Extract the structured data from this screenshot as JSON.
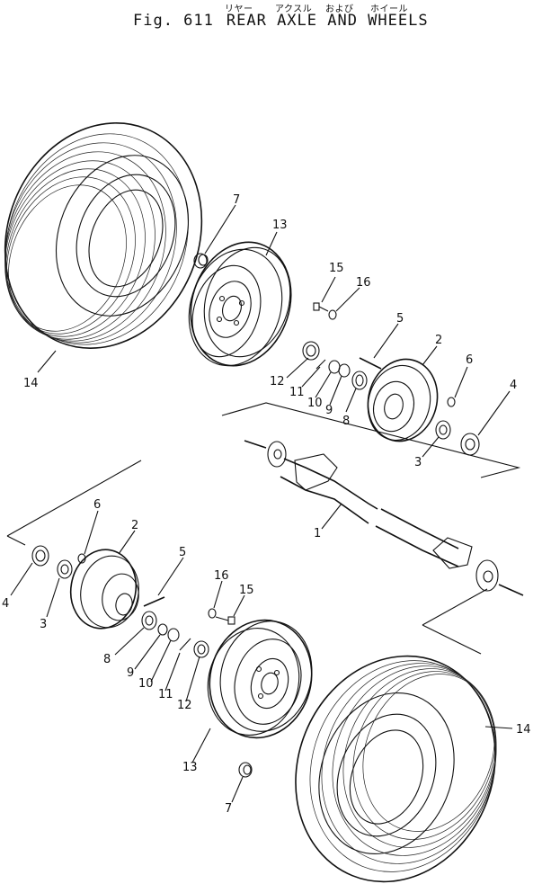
{
  "header": {
    "kana_rear": "リヤー",
    "kana_axle": "アクスル",
    "kana_and": "および",
    "kana_wheel": "ホイール",
    "fig_number": "Fig. 611",
    "title": "REAR AXLE AND WHEELS"
  },
  "callouts": {
    "c1": "1",
    "c2_top": "2",
    "c2_bot": "2",
    "c3_top": "3",
    "c3_bot": "3",
    "c4_top": "4",
    "c4_bot": "4",
    "c5_top": "5",
    "c5_bot": "5",
    "c6_top": "6",
    "c6_bot": "6",
    "c7_top": "7",
    "c7_bot": "7",
    "c8_top": "8",
    "c8_bot": "8",
    "c9_top": "9",
    "c9_bot": "9",
    "c10_top": "10",
    "c10_bot": "10",
    "c11_top": "11",
    "c11_bot": "11",
    "c12_top": "12",
    "c12_bot": "12",
    "c13_top": "13",
    "c13_bot": "13",
    "c14_top": "14",
    "c14_bot": "14",
    "c15_top": "15",
    "c15_bot": "15",
    "c16_top": "16",
    "c16_bot": "16"
  }
}
